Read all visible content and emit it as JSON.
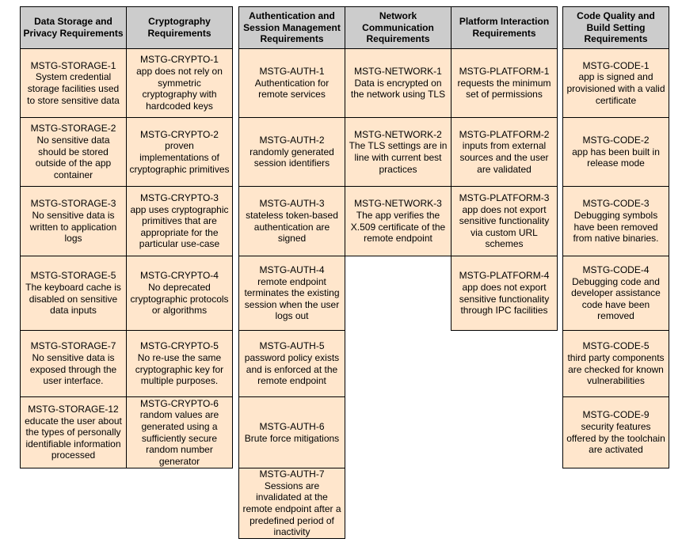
{
  "colors": {
    "header_bg": "#cccccc",
    "cell_bg": "#ffe6cc",
    "border": "#000000"
  },
  "table": {
    "columns": [
      {
        "header": "Data Storage and Privacy Requirements",
        "cells": [
          {
            "id": "MSTG-STORAGE-1",
            "text": "System credential storage facilities used to store sensitive data"
          },
          {
            "id": "MSTG-STORAGE-2",
            "text": "No sensitive data should be stored outside of the app container"
          },
          {
            "id": "MSTG-STORAGE-3",
            "text": "No sensitive data is written to application logs"
          },
          {
            "id": "MSTG-STORAGE-5",
            "text": "The keyboard cache is disabled on sensitive data inputs"
          },
          {
            "id": "MSTG-STORAGE-7",
            "text": "No sensitive data is exposed through the user interface."
          },
          {
            "id": "MSTG-STORAGE-12",
            "text": "educate the user about the types of personally identifiable information processed"
          }
        ]
      },
      {
        "header": "Cryptography Requirements",
        "cells": [
          {
            "id": "MSTG-CRYPTO-1",
            "text": "app does not rely on symmetric cryptography with hardcoded keys"
          },
          {
            "id": "MSTG-CRYPTO-2",
            "text": "proven implementations of cryptographic primitives"
          },
          {
            "id": "MSTG-CRYPTO-3",
            "text": "app uses cryptographic primitives that are appropriate for the particular use-case"
          },
          {
            "id": "MSTG-CRYPTO-4",
            "text": "No deprecated cryptographic protocols or algorithms"
          },
          {
            "id": "MSTG-CRYPTO-5",
            "text": "No re-use the same cryptographic key for multiple purposes."
          },
          {
            "id": "MSTG-CRYPTO-6",
            "text": "random values are generated using a sufficiently secure random number generator"
          }
        ]
      },
      {
        "header": "Authentication and Session Management Requirements",
        "cells": [
          {
            "id": "MSTG-AUTH-1",
            "text": "Authentication for remote services"
          },
          {
            "id": "MSTG-AUTH-2",
            "text": "randomly generated session identifiers"
          },
          {
            "id": "MSTG-AUTH-3",
            "text": "stateless token-based authentication are signed"
          },
          {
            "id": "MSTG-AUTH-4",
            "text": "remote endpoint terminates the existing session when the user logs out"
          },
          {
            "id": "MSTG-AUTH-5",
            "text": "password policy exists and is enforced at the remote endpoint"
          },
          {
            "id": "MSTG-AUTH-6",
            "text": "Brute force mitigations"
          },
          {
            "id": "MSTG-AUTH-7",
            "text": "Sessions are invalidated at the remote endpoint after a predefined period of inactivity"
          }
        ]
      },
      {
        "header": "Network Communication Requirements",
        "cells": [
          {
            "id": "MSTG-NETWORK-1",
            "text": "Data is encrypted on the network using TLS"
          },
          {
            "id": "MSTG-NETWORK-2",
            "text": "The TLS settings are in line with current best practices"
          },
          {
            "id": "MSTG-NETWORK-3",
            "text": "The app verifies the X.509 certificate of the remote endpoint"
          }
        ]
      },
      {
        "header": "Platform Interaction Requirements",
        "cells": [
          {
            "id": "MSTG-PLATFORM-1",
            "text": "requests the minimum set of permissions"
          },
          {
            "id": "MSTG-PLATFORM-2",
            "text": "inputs from external sources and the user are validated"
          },
          {
            "id": "MSTG-PLATFORM-3",
            "text": "app does not export sensitive functionality via custom URL schemes"
          },
          {
            "id": "MSTG-PLATFORM-4",
            "text": "app does not export sensitive functionality through IPC facilities"
          }
        ]
      },
      {
        "header": "Code Quality and Build Setting Requirements",
        "cells": [
          {
            "id": "MSTG-CODE-1",
            "text": "app is signed and provisioned with a valid certificate"
          },
          {
            "id": "MSTG-CODE-2",
            "text": "app has been built in release mode"
          },
          {
            "id": "MSTG-CODE-3",
            "text": "Debugging symbols have been removed from native binaries."
          },
          {
            "id": "MSTG-CODE-4",
            "text": "Debugging code and developer assistance code have been removed"
          },
          {
            "id": "MSTG-CODE-5",
            "text": "third party components are checked for known vulnerabilities"
          },
          {
            "id": "MSTG-CODE-9",
            "text": "security features offered by the toolchain are activated"
          }
        ]
      }
    ]
  }
}
